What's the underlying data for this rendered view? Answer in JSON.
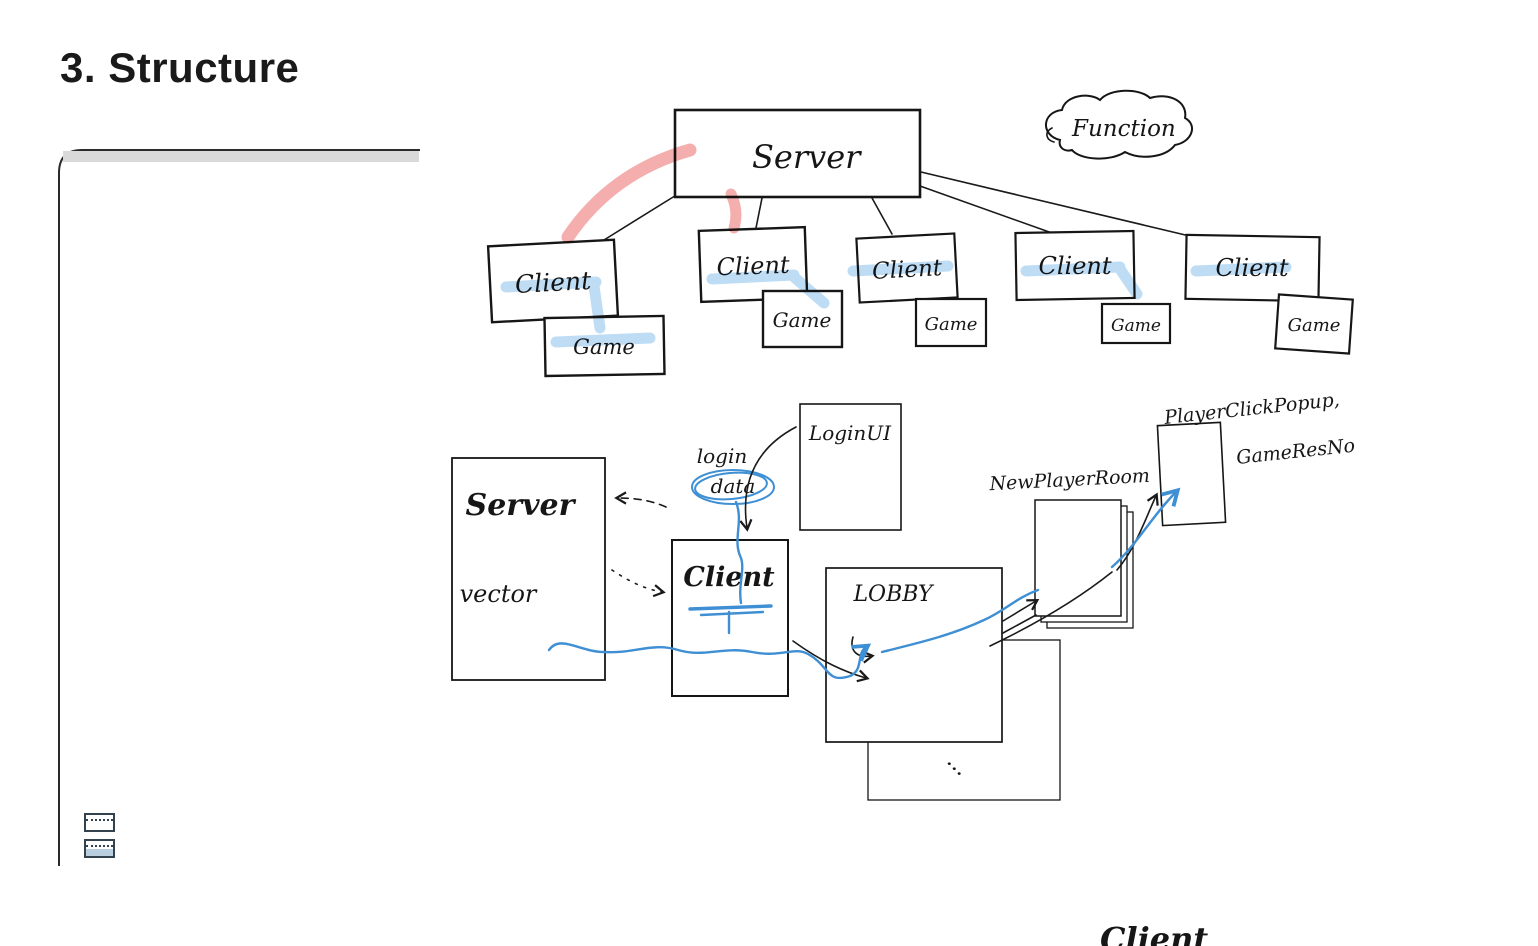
{
  "page": {
    "title": "3. Structure",
    "partial_bottom_text": "Client"
  },
  "hierarchy": {
    "server_label": "Server",
    "function_label": "Function",
    "clients": [
      {
        "label": "Client",
        "game": "Game"
      },
      {
        "label": "Client",
        "game": "Game"
      },
      {
        "label": "Client",
        "game": "Game"
      },
      {
        "label": "Client",
        "game": "Game"
      },
      {
        "label": "Client",
        "game": "Game"
      }
    ]
  },
  "flow": {
    "server_label": "Server",
    "vector_label": "vector",
    "login_ui_label": "LoginUI",
    "login_label": "login",
    "data_label": "data",
    "client_label": "Client",
    "lobby_label": "LOBBY",
    "new_player_room_label": "NewPlayerRoom",
    "player_click_popup_label": "PlayerClickPopup,",
    "game_res_no_label": "GameResNo",
    "dots": "..."
  },
  "colors": {
    "ink": "#1a1a1a",
    "blue_pen": "#3f8fd4",
    "blue_highlight": "#b7d9f3",
    "pink_highlight": "#f4a6a6",
    "frame_bar": "#d9d9d9"
  }
}
